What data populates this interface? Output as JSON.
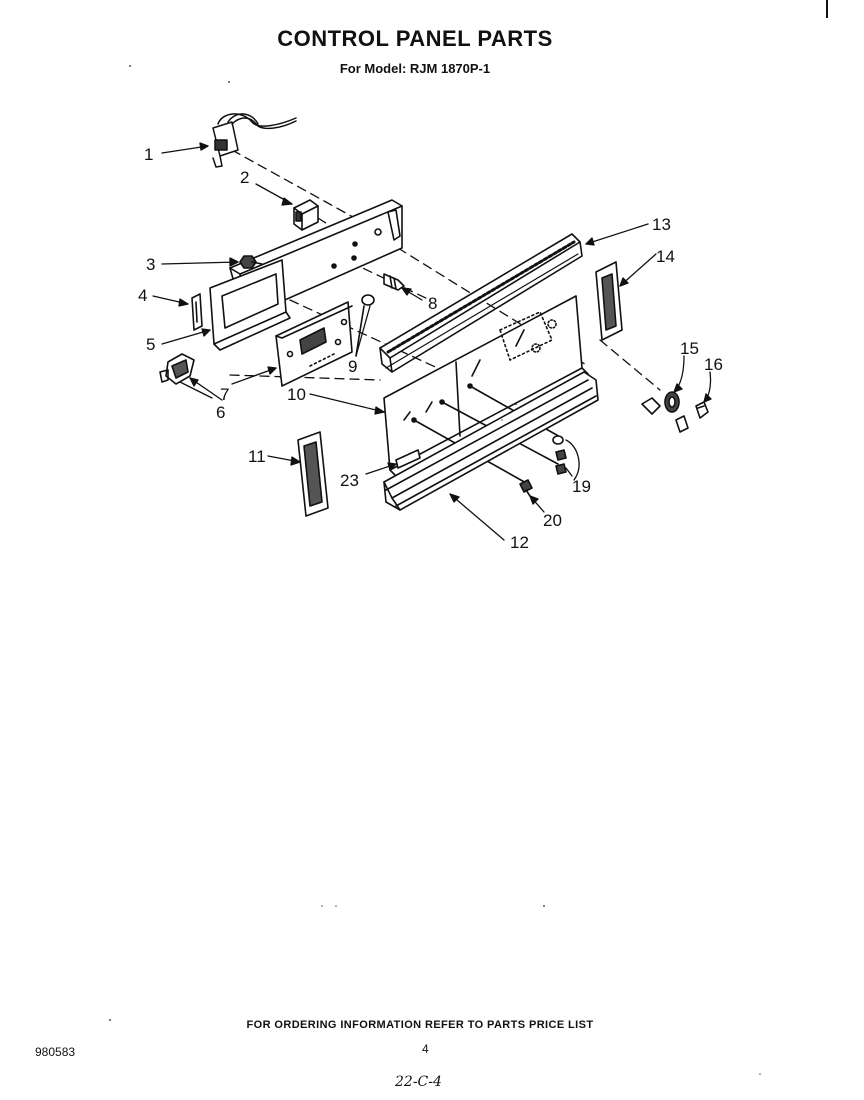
{
  "header": {
    "title": "CONTROL PANEL PARTS",
    "subtitle": "For Model: RJM 1870P-1"
  },
  "callouts": {
    "c1": "1",
    "c2": "2",
    "c3": "3",
    "c4": "4",
    "c5": "5",
    "c6": "6",
    "c7": "7",
    "c8": "8",
    "c9": "9",
    "c10": "10",
    "c11": "11",
    "c12": "12",
    "c13": "13",
    "c14": "14",
    "c15": "15",
    "c16": "16",
    "c19": "19",
    "c20": "20",
    "c23": "23"
  },
  "footer": {
    "ordering_info": "FOR ORDERING INFORMATION REFER TO PARTS PRICE LIST",
    "doc_number": "980583",
    "page_number": "4",
    "handwritten_note": "22-C-4"
  },
  "colors": {
    "ink": "#111111",
    "paper": "#ffffff"
  }
}
